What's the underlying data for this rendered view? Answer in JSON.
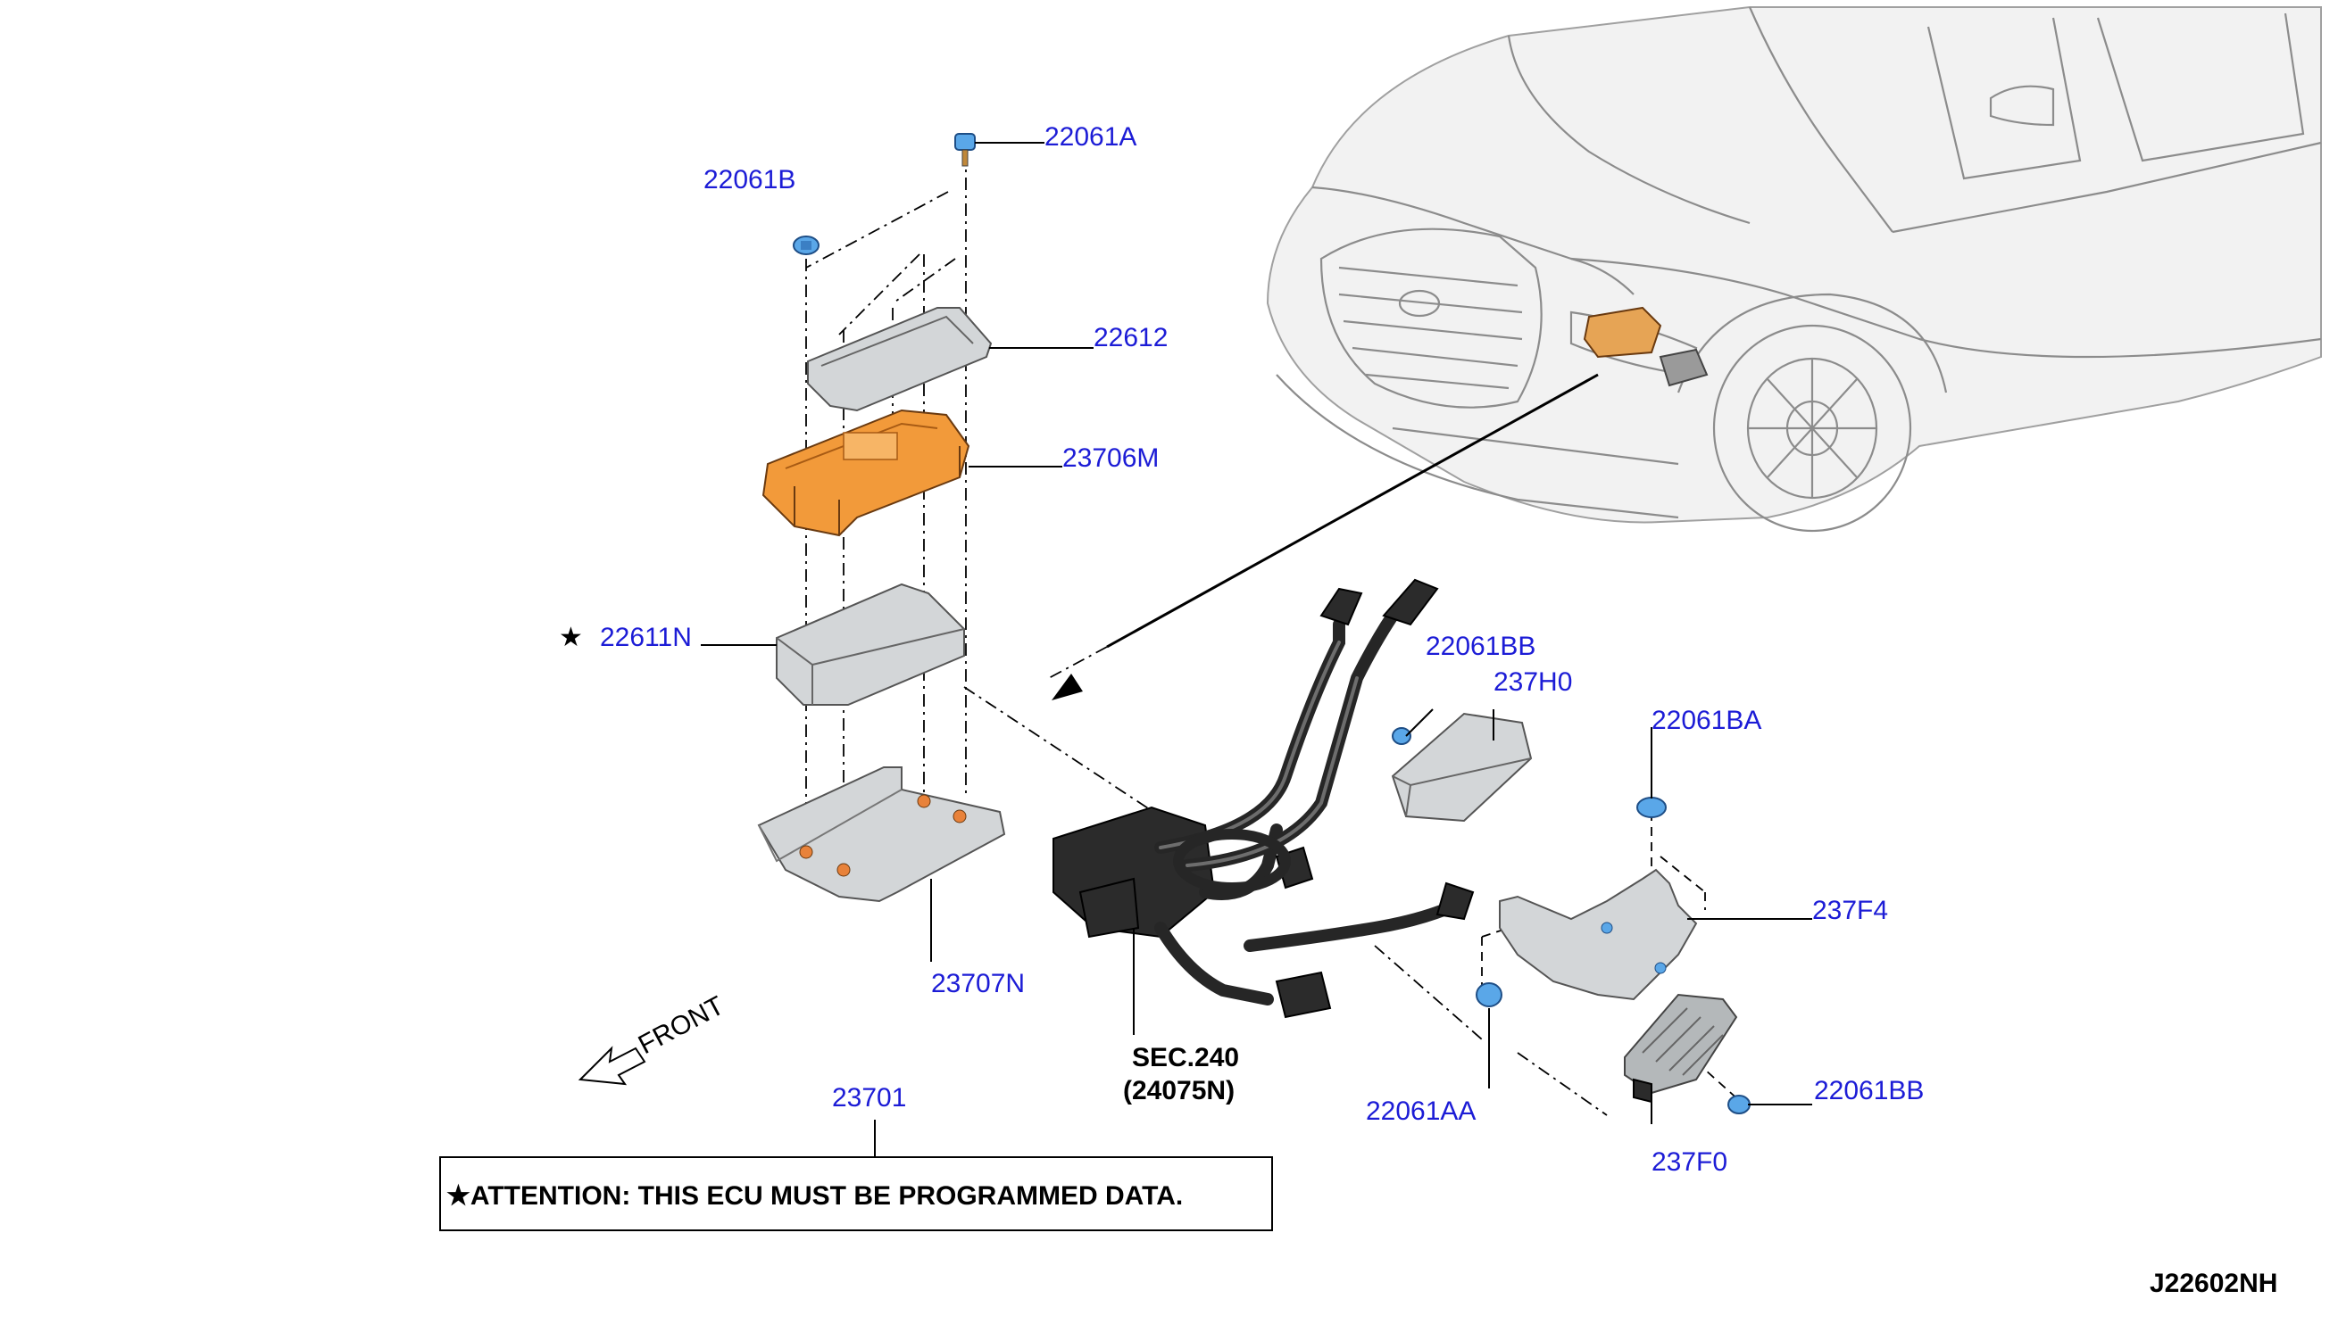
{
  "labels": {
    "p22061A": "22061A",
    "p22061B": "22061B",
    "p22612": "22612",
    "p23706M": "23706M",
    "p22611N": "22611N",
    "p23707N": "23707N",
    "p22061BB_top": "22061BB",
    "p237H0": "237H0",
    "p22061BA": "22061BA",
    "p237F4": "237F4",
    "p22061AA": "22061AA",
    "p22061BB_bottom": "22061BB",
    "p237F0": "237F0",
    "p23701": "23701",
    "sec_ref": "SEC.240",
    "sec_part": "(24075N)",
    "front": "FRONT",
    "star": "★",
    "attention": "★ATTENTION: THIS ECU MUST BE PROGRAMMED DATA.",
    "diagram_code": "J22602NH"
  },
  "colors": {
    "label_blue": "#1c1cd6",
    "orange_part": "#f29a3a",
    "clip_blue": "#5aa7e8"
  }
}
